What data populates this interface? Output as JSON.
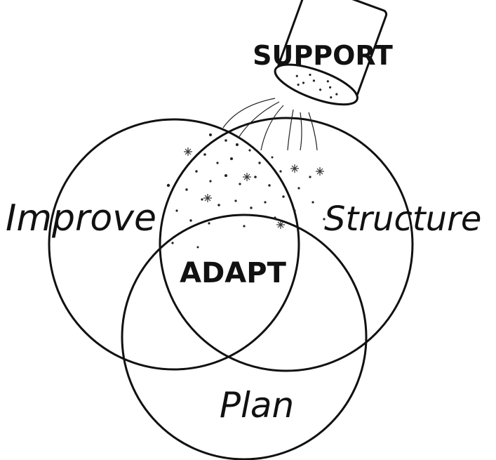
{
  "labels": {
    "improve": "Improve",
    "structure": "Structure",
    "plan": "Plan",
    "center": "ADAPT",
    "shaker": "SUPPORT"
  }
}
